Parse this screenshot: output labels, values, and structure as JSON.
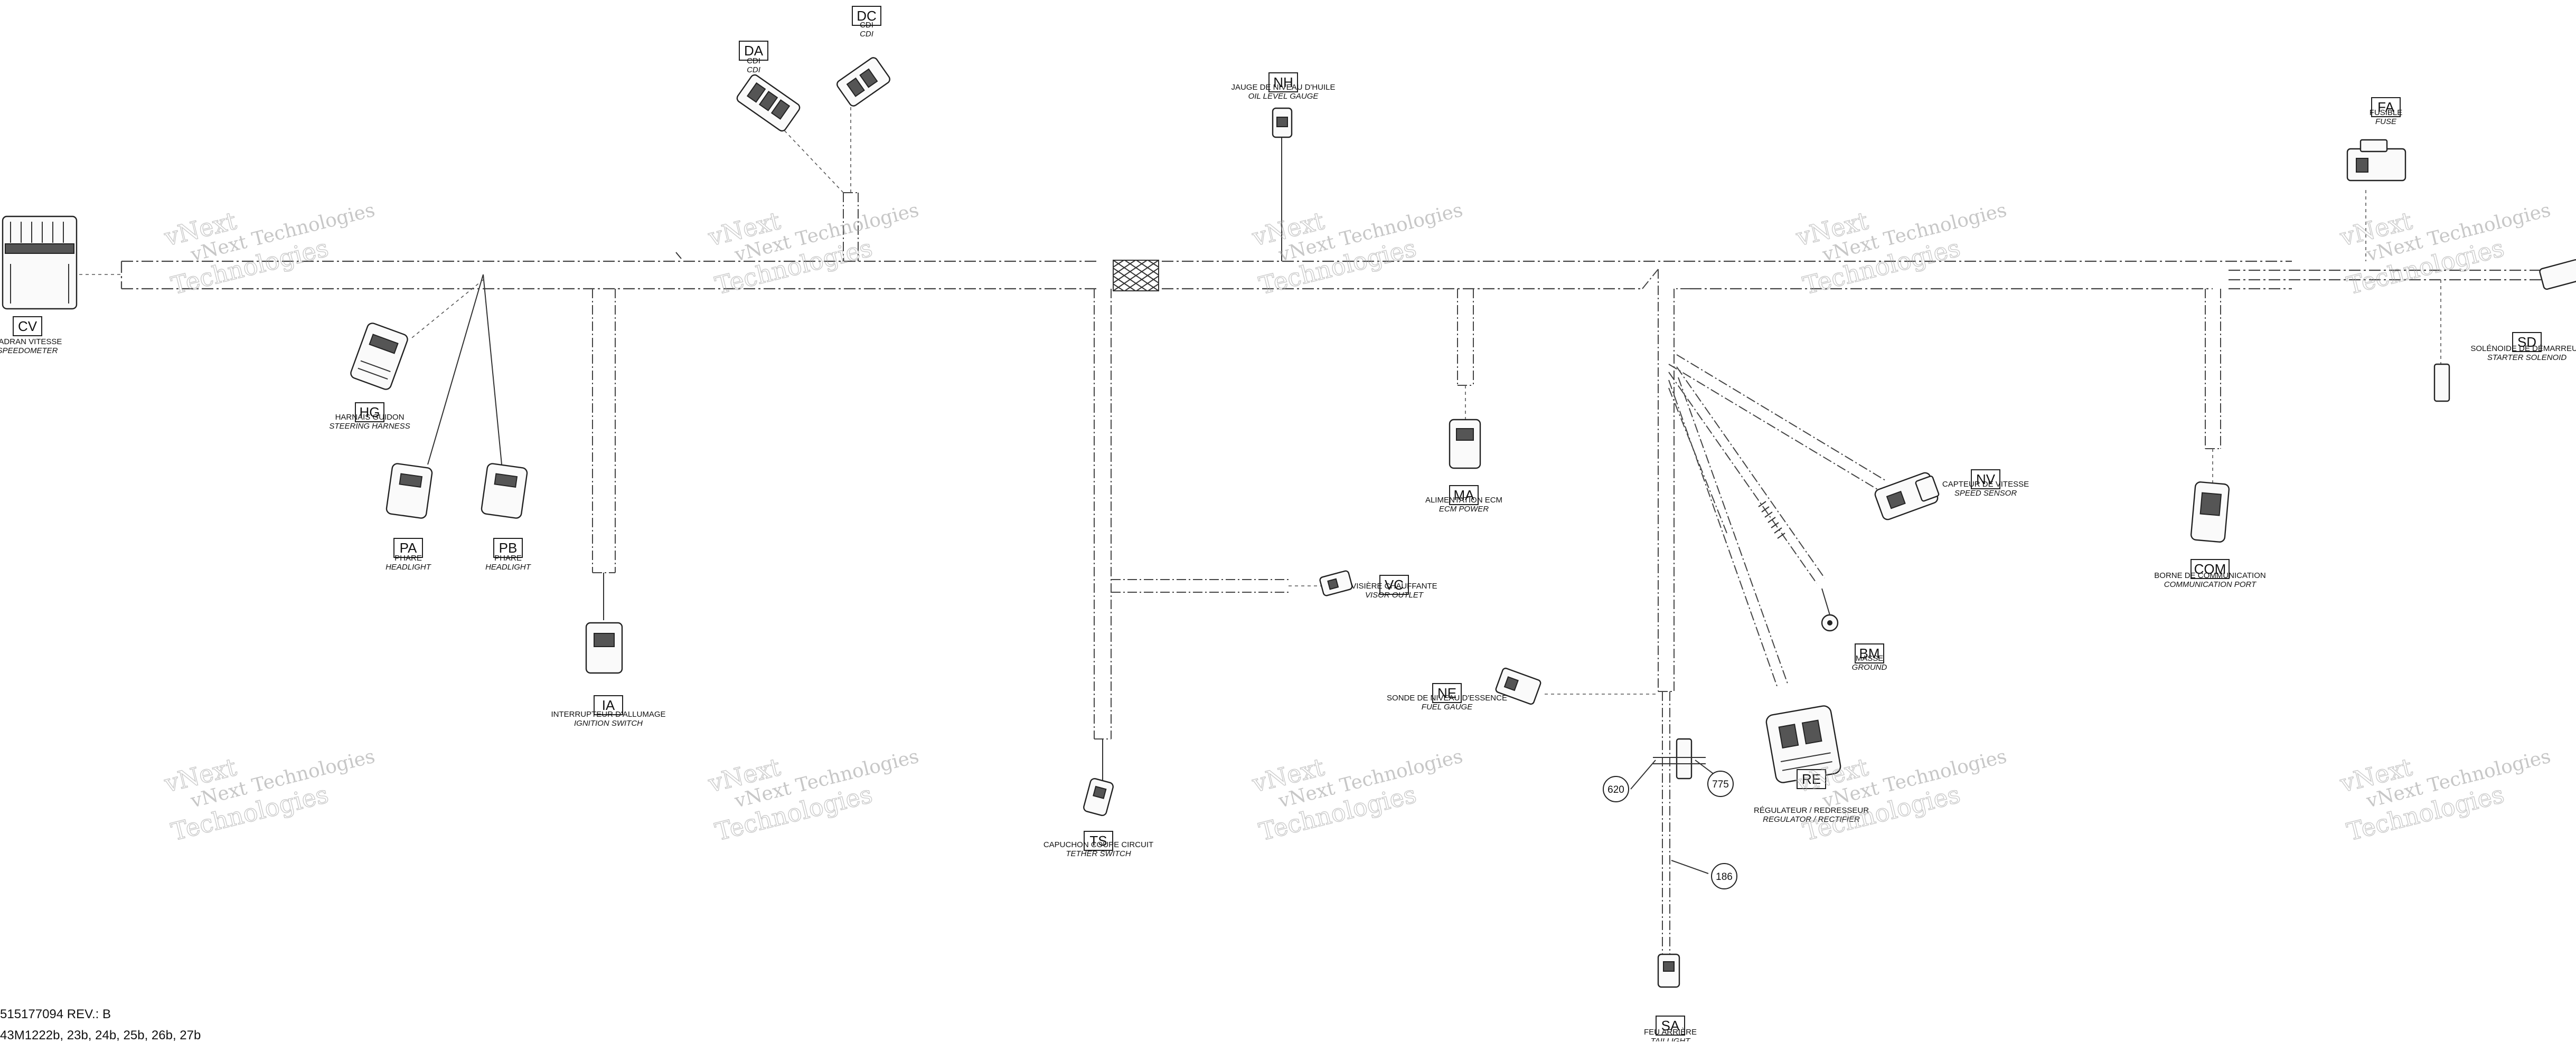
{
  "footer": {
    "doc_line": "515177094 REV.: B",
    "models_line": "43M1222b, 23b, 24b, 25b, 26b, 27b"
  },
  "watermark": {
    "line1": "vNext Technologies",
    "line2": "Technologies"
  },
  "connectors": [
    {
      "id": "CV",
      "code": "CV",
      "fr": "CADRAN VITESSE",
      "en": "SPEEDOMETER"
    },
    {
      "id": "DA",
      "code": "DA",
      "fr": "CDI",
      "en": "CDI"
    },
    {
      "id": "DC",
      "code": "DC",
      "fr": "CDI",
      "en": "CDI"
    },
    {
      "id": "NH",
      "code": "NH",
      "fr": "JAUGE DE NIVEAU D'HUILE",
      "en": "OIL LEVEL GAUGE"
    },
    {
      "id": "FA",
      "code": "FA",
      "fr": "FUSIBLE",
      "en": "FUSE"
    },
    {
      "id": "SD",
      "code": "SD",
      "fr": "SOLÉNOIDE DE DÉMARREUR",
      "en": "STARTER SOLENOID"
    },
    {
      "id": "HG",
      "code": "HG",
      "fr": "HARNAIS GUIDON",
      "en": "STEERING HARNESS"
    },
    {
      "id": "PA",
      "code": "PA",
      "fr": "PHARE",
      "en": "HEADLIGHT"
    },
    {
      "id": "PB",
      "code": "PB",
      "fr": "PHARE",
      "en": "HEADLIGHT"
    },
    {
      "id": "IA",
      "code": "IA",
      "fr": "INTERRUPTEUR D'ALLUMAGE",
      "en": "IGNITION SWITCH"
    },
    {
      "id": "MA",
      "code": "MA",
      "fr": "ALIMENTATION ECM",
      "en": "ECM POWER"
    },
    {
      "id": "VC",
      "code": "VC",
      "fr": "VISIÈRE CHAUFFANTE",
      "en": "VISOR OUTLET"
    },
    {
      "id": "NV",
      "code": "NV",
      "fr": "CAPTEUR DE VITESSE",
      "en": "SPEED SENSOR"
    },
    {
      "id": "COM",
      "code": "COM",
      "fr": "BORNE DE COMMUNICATION",
      "en": "COMMUNICATION PORT"
    },
    {
      "id": "BM",
      "code": "BM",
      "fr": "MASSE",
      "en": "GROUND"
    },
    {
      "id": "NE",
      "code": "NE",
      "fr": "SONDE DE NIVEAU D'ESSENCE",
      "en": "FUEL GAUGE"
    },
    {
      "id": "RE",
      "code": "RE",
      "fr": "RÉGULATEUR / REDRESSEUR",
      "en": "REGULATOR / RECTIFIER"
    },
    {
      "id": "TS",
      "code": "TS",
      "fr": "CAPUCHON COUPE CIRCUIT",
      "en": "TETHER SWITCH"
    },
    {
      "id": "SA",
      "code": "SA",
      "fr": "FEU ARRIÈRE",
      "en": "TAILLIGHT"
    }
  ],
  "callouts": [
    "620",
    "775",
    "186"
  ]
}
